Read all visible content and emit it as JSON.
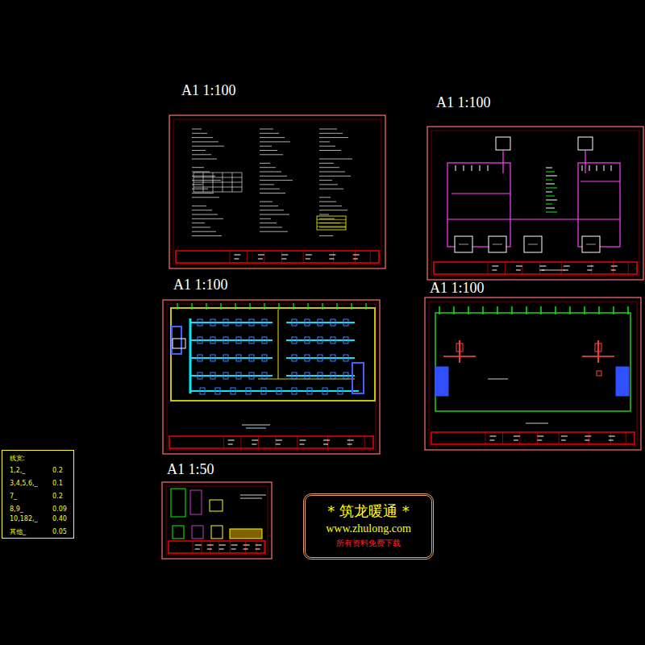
{
  "diagram": {
    "nodes": [
      {
        "text": [
          "A1 1:100"
        ]
      },
      {
        "text": [
          "A1 1:100"
        ]
      },
      {
        "text": [
          "A1 1:100"
        ]
      },
      {
        "text": [
          "A1 1:100"
        ]
      },
      {
        "text": [
          "A1 1:50"
        ]
      },
      {
        "text": [
          "线宽:",
          "1,2,_",
          "0.2",
          "3,4,5,6,_",
          "0.1",
          "7_",
          "0.2",
          "8,9_",
          "0.09",
          "10,182,_",
          "0.40",
          "其他_",
          "0.05"
        ]
      },
      {
        "text": [
          "* 筑龙暖通 *",
          "www.zhulong.com",
          "所有资料免费下载"
        ]
      }
    ]
  }
}
